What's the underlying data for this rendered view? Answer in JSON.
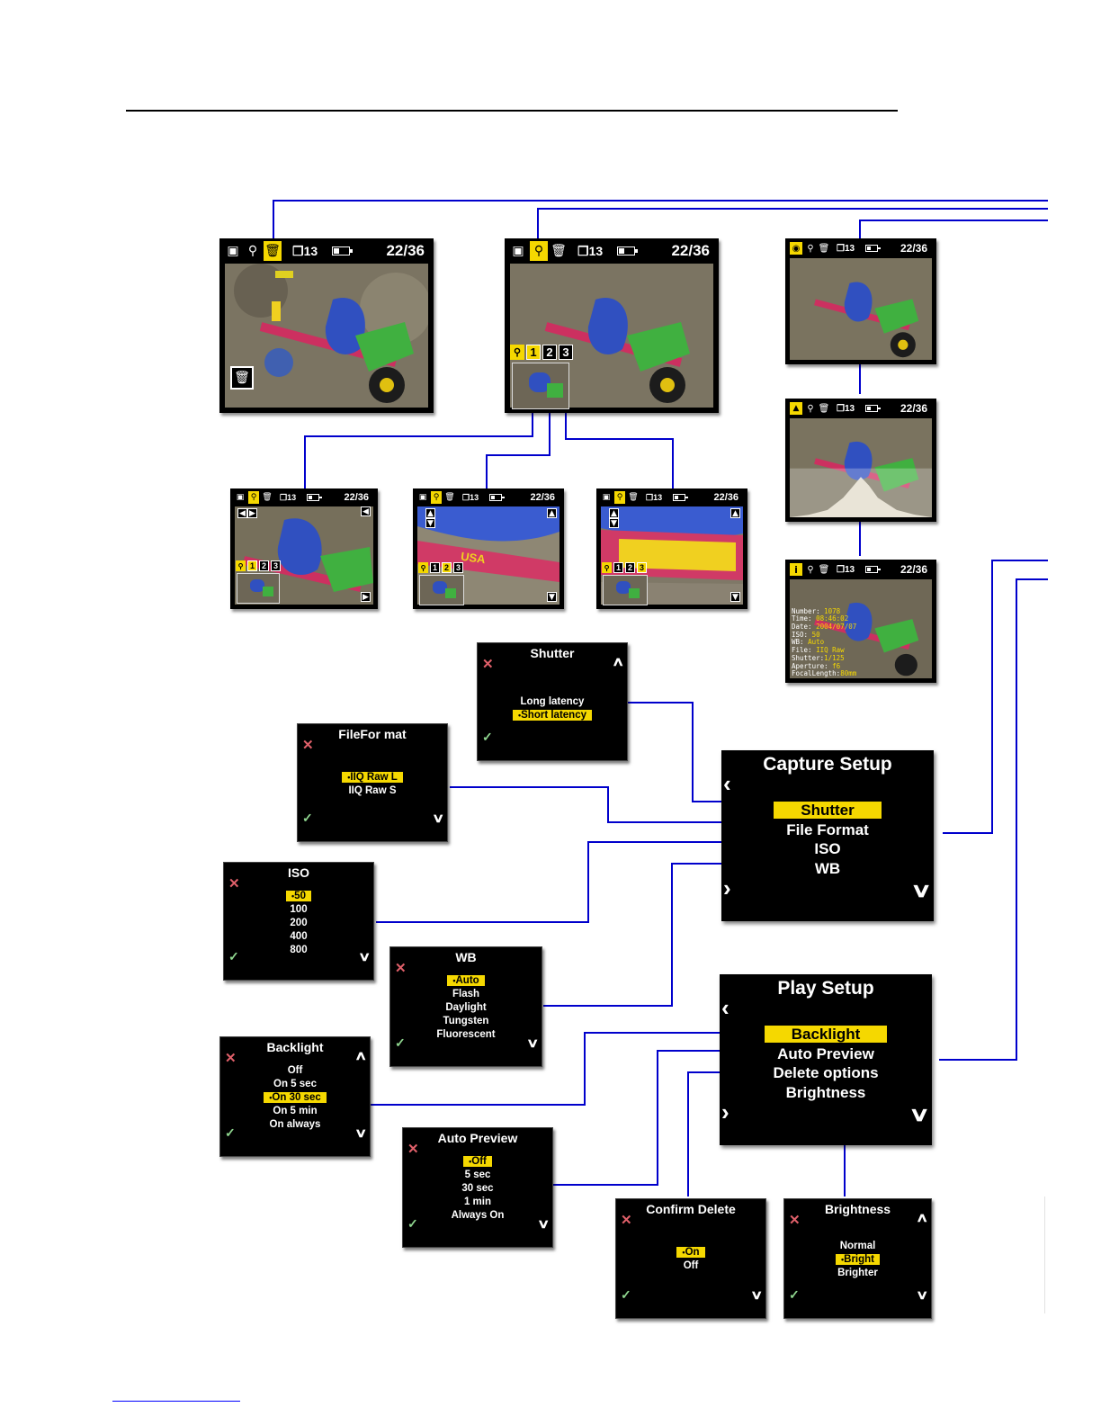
{
  "preview": {
    "counter": "22/36",
    "stack_count": "13",
    "zoom_levels": [
      "1",
      "2",
      "3"
    ],
    "badge_text": "USA"
  },
  "info_overlay": {
    "lines": [
      {
        "k": "Number: ",
        "v": "1078"
      },
      {
        "k": "Time: ",
        "v": "08:46:02"
      },
      {
        "k": "Date: ",
        "v": "2004/07/07"
      },
      {
        "k": "ISO: ",
        "v": "50"
      },
      {
        "k": "WB: ",
        "v": "Auto"
      },
      {
        "k": "File: ",
        "v": "IIQ Raw"
      },
      {
        "k": "Shutter:",
        "v": "1/125"
      },
      {
        "k": "Aperture: ",
        "v": "f6"
      },
      {
        "k": "FocalLength:",
        "v": "80mm"
      }
    ]
  },
  "capture_setup": {
    "title": "Capture Setup",
    "items": [
      "Shutter",
      "File Format",
      "ISO",
      "WB"
    ]
  },
  "play_setup": {
    "title": "Play Setup",
    "items": [
      "Backlight",
      "Auto Preview",
      "Delete options",
      "Brightness"
    ]
  },
  "submenus": {
    "shutter": {
      "title": "Shutter",
      "options": [
        "Long latency",
        "Short latency"
      ],
      "selected": 1
    },
    "fileformat": {
      "title": "FileFor mat",
      "options": [
        "IIQ Raw L",
        "IIQ Raw S"
      ],
      "selected": 0
    },
    "iso": {
      "title": "ISO",
      "options": [
        "50",
        "100",
        "200",
        "400",
        "800"
      ],
      "selected": 0
    },
    "wb": {
      "title": "WB",
      "options": [
        "Auto",
        "Flash",
        "Daylight",
        "Tungsten",
        "Fluorescent"
      ],
      "selected": 0
    },
    "backlight": {
      "title": "Backlight",
      "options": [
        "Off",
        "On 5 sec",
        "On 30 sec",
        "On 5 min",
        "On always"
      ],
      "selected": 2
    },
    "autopreview": {
      "title": "Auto Preview",
      "options": [
        "Off",
        "5 sec",
        "30 sec",
        "1 min",
        "Always On"
      ],
      "selected": 0
    },
    "confirmdelete": {
      "title": "Confirm Delete",
      "options": [
        "On",
        "Off"
      ],
      "selected": 0
    },
    "brightness": {
      "title": "Brightness",
      "options": [
        "Normal",
        "Bright",
        "Brighter"
      ],
      "selected": 1
    }
  },
  "colors": {
    "connector": "#0000cc",
    "highlight": "#f5d800",
    "cancel": "#e0606a",
    "confirm": "#8fd68f"
  },
  "icons": [
    "camera-icon",
    "magnifier-icon",
    "trash-icon",
    "stack-icon",
    "battery-icon",
    "histogram-icon",
    "info-icon",
    "left-arrow-icon",
    "right-arrow-icon",
    "down-arrow-icon",
    "up-arrow-icon",
    "cancel-x-icon",
    "confirm-check-icon"
  ]
}
